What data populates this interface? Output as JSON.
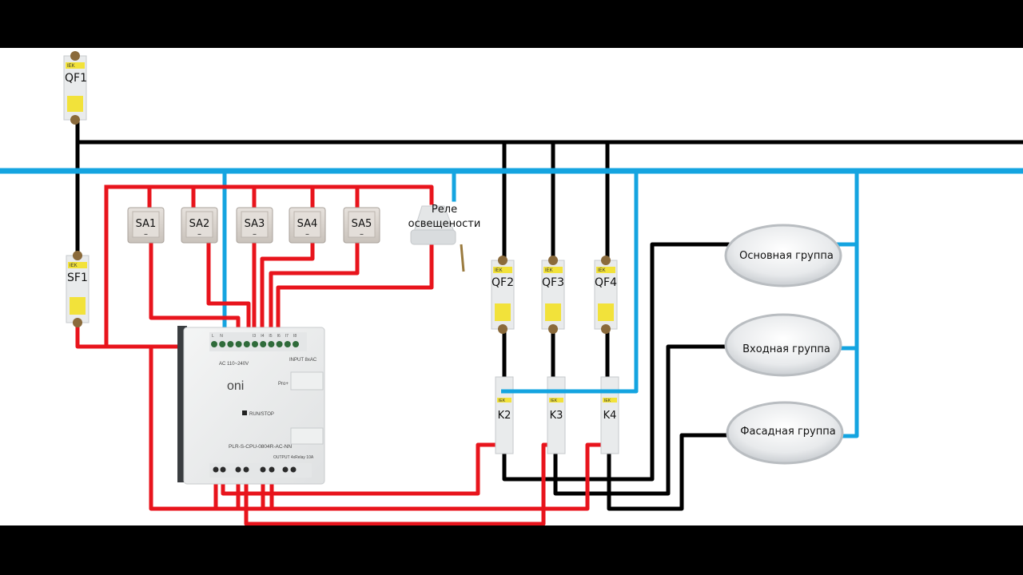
{
  "diagram": {
    "colors": {
      "phase": "#000000",
      "neutral": "#14a4e0",
      "control": "#e8141c",
      "breaker_handle": "#f2e23a",
      "device_body": "#e9ebec"
    },
    "breakers": [
      {
        "id": "QF1",
        "brand": "IEK"
      },
      {
        "id": "SF1",
        "brand": "IEK"
      },
      {
        "id": "QF2",
        "brand": "IEK"
      },
      {
        "id": "QF3",
        "brand": "IEK"
      },
      {
        "id": "QF4",
        "brand": "IEK"
      }
    ],
    "switches": [
      "SA1",
      "SA2",
      "SA3",
      "SA4",
      "SA5"
    ],
    "switch_mark": "–",
    "light_relay": {
      "line1": "Реле",
      "line2": "освещености"
    },
    "plc": {
      "brand": "oni",
      "power_label": "AC 110~240V",
      "input_label": "INPUT 8xAC",
      "pro_label": "Pro+",
      "run_stop": "RUN/STOP",
      "model": "PLR-S-CPU-0804R-AC-NN",
      "output_label": "OUTPUT 4xRelay 10A",
      "terminals_top": [
        "L",
        "N",
        "",
        "",
        "",
        "I3",
        "I4",
        "I5",
        "I6",
        "I7",
        "I8"
      ]
    },
    "contactors": [
      {
        "id": "K2",
        "brand": "IEK"
      },
      {
        "id": "K3",
        "brand": "IEK"
      },
      {
        "id": "K4",
        "brand": "IEK"
      }
    ],
    "lamps": [
      "Основная группа",
      "Входная группа",
      "Фасадная группа"
    ]
  }
}
